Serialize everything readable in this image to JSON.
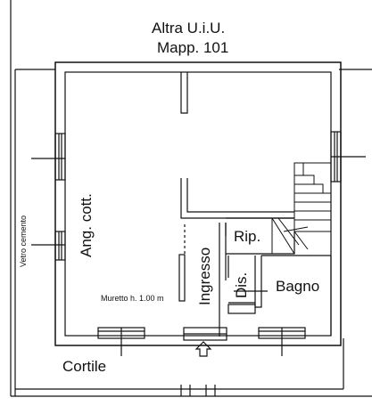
{
  "header": {
    "line1": "Altra U.i.U.",
    "line2": "Mapp. 101"
  },
  "rooms": {
    "ang_cott": "Ang. cott.",
    "ingresso": "Ingresso",
    "rip": "Rip.",
    "dis": "Dis.",
    "bagno": "Bagno",
    "cortile": "Cortile"
  },
  "notes": {
    "vetro": "Vetro cemento",
    "muretto": "Muretto h. 1.00 m"
  },
  "colors": {
    "ink": "#111111",
    "wall_fill": "#ffffff",
    "background": "#ffffff"
  },
  "icons": {
    "entrance": "entrance-arrow-icon"
  }
}
